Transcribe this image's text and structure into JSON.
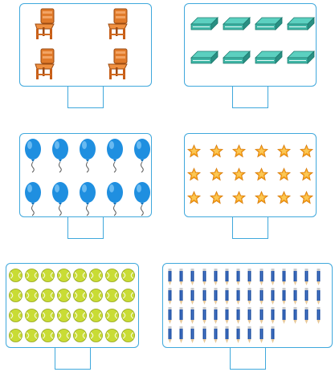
{
  "panels": [
    {
      "id": "chairs",
      "icon": "chair-icon",
      "count": 4,
      "answer": ""
    },
    {
      "id": "books",
      "icon": "book-icon",
      "count": 8,
      "answer": ""
    },
    {
      "id": "balloons",
      "icon": "balloon-icon",
      "count": 10,
      "answer": ""
    },
    {
      "id": "stars",
      "icon": "star-icon",
      "count": 18,
      "answer": ""
    },
    {
      "id": "tennis-balls",
      "icon": "tennis-ball-icon",
      "count": 32,
      "answer": ""
    },
    {
      "id": "pencils",
      "icon": "pencil-icon",
      "count": 52,
      "answer": ""
    }
  ],
  "colors": {
    "panel_border": "#3fa8dc",
    "chair": "#e07a2a",
    "book": "#3fb6a6",
    "balloon": "#1f8fe0",
    "star": "#f7a21b",
    "tennis_ball": "#c9dc35",
    "pencil": "#1d4fa3"
  }
}
